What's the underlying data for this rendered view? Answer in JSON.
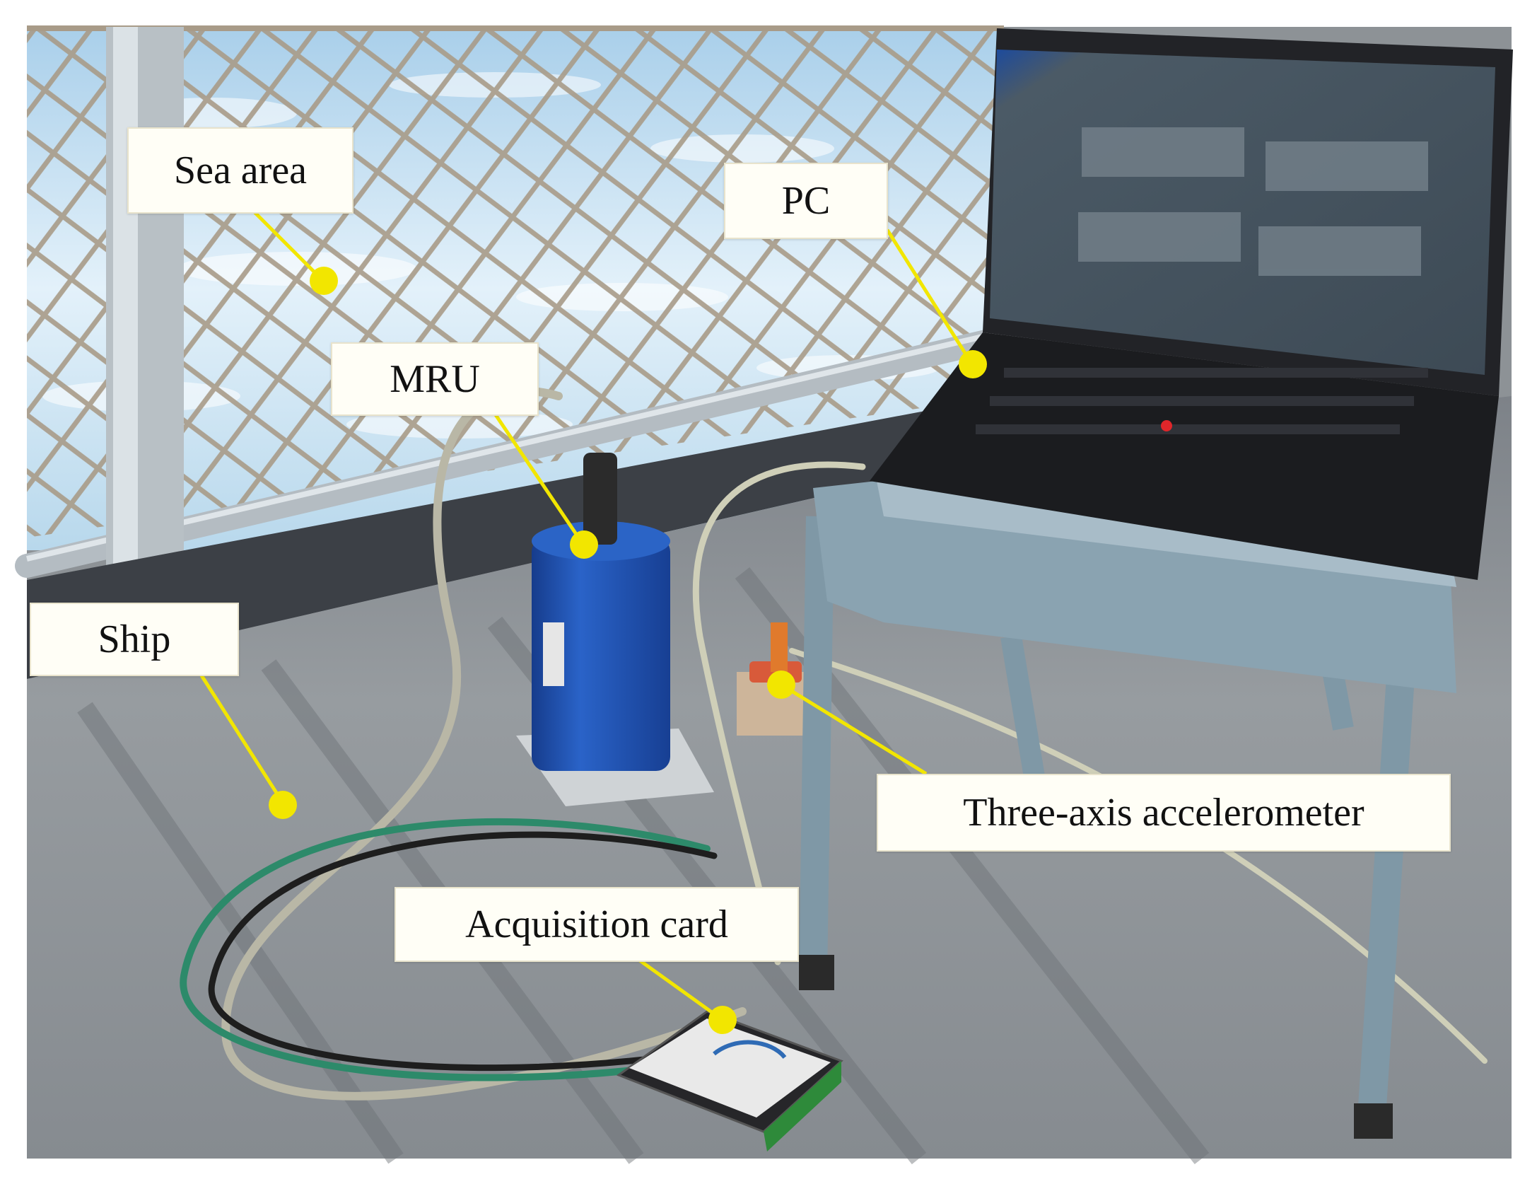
{
  "labels": {
    "sea_area": "Sea area",
    "pc": "PC",
    "mru": "MRU",
    "ship": "Ship",
    "accelerometer": "Three-axis accelerometer",
    "acquisition_card": "Acquisition card"
  },
  "colors": {
    "marker": "#f2e600",
    "leader_line": "#f2e600",
    "label_background": "#fffef6",
    "sea": "#cfe6f4",
    "deck": "#8d9296",
    "mru_body": "#1f4fb0",
    "laptop": "#1b1c1f",
    "chair": "#7f98a6",
    "net_rope": "#b0a391"
  }
}
